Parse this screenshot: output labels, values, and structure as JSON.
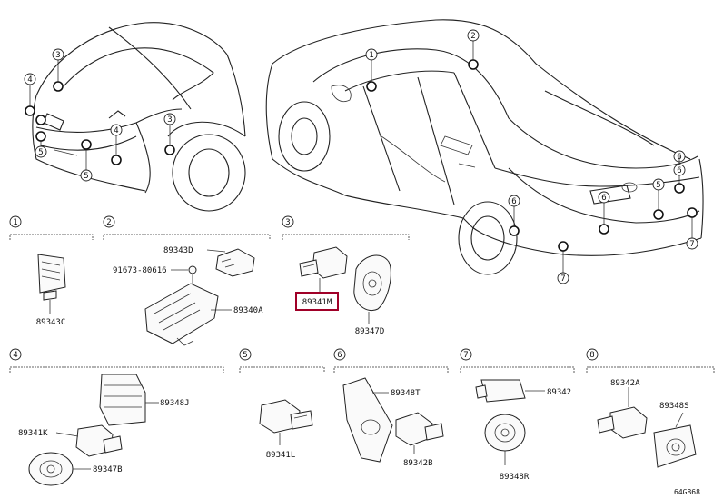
{
  "callouts": {
    "front": [
      {
        "num": "3"
      },
      {
        "num": "4"
      },
      {
        "num": "4"
      },
      {
        "num": "3"
      },
      {
        "num": "5"
      },
      {
        "num": "5"
      }
    ],
    "rear": [
      {
        "num": "1"
      },
      {
        "num": "2"
      },
      {
        "num": "6"
      },
      {
        "num": "6"
      },
      {
        "num": "6"
      },
      {
        "num": "5"
      },
      {
        "num": "6"
      },
      {
        "num": "7"
      },
      {
        "num": "7"
      }
    ]
  },
  "sections": [
    {
      "num": "1"
    },
    {
      "num": "2"
    },
    {
      "num": "3"
    },
    {
      "num": "4"
    },
    {
      "num": "5"
    },
    {
      "num": "6"
    },
    {
      "num": "7"
    },
    {
      "num": "8"
    }
  ],
  "parts": {
    "p1_89343C": "89343C",
    "p2_89343D": "89343D",
    "p2_91673": "91673-80616",
    "p2_89340A": "89340A",
    "p3_89341M": "89341M",
    "p3_89347D": "89347D",
    "p4_89348J": "89348J",
    "p4_89341K": "89341K",
    "p4_89347B": "89347B",
    "p5_89341L": "89341L",
    "p6_89348T": "89348T",
    "p6_89342B": "89342B",
    "p7_89342": "89342",
    "p7_89348R": "89348R",
    "p8_89342A": "89342A",
    "p8_89348S": "89348S"
  },
  "figure_code": "64G868",
  "colors": {
    "highlight": "#a00028",
    "ink": "#222222"
  }
}
